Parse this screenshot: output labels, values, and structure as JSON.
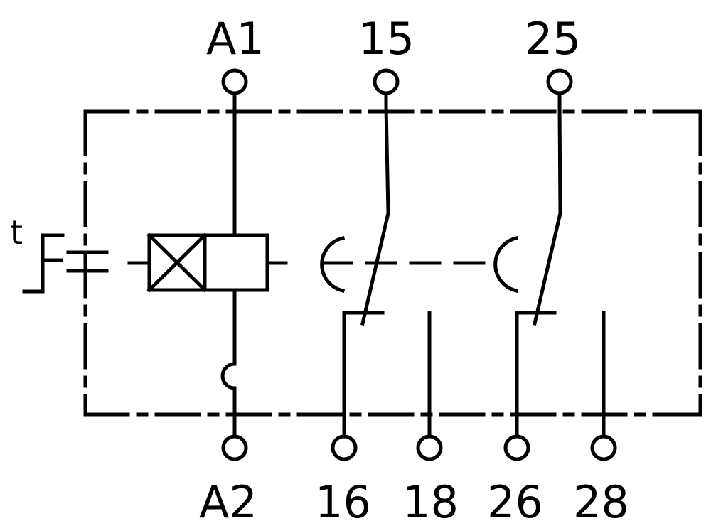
{
  "terminals": {
    "top": [
      {
        "id": "a1",
        "label": "A1"
      },
      {
        "id": "t15",
        "label": "15"
      },
      {
        "id": "t25",
        "label": "25"
      }
    ],
    "bottom": [
      {
        "id": "a2",
        "label": "A2"
      },
      {
        "id": "t16",
        "label": "16"
      },
      {
        "id": "t18",
        "label": "18"
      },
      {
        "id": "t26",
        "label": "26"
      },
      {
        "id": "t28",
        "label": "28"
      }
    ]
  },
  "time_symbol": {
    "label": "t"
  }
}
